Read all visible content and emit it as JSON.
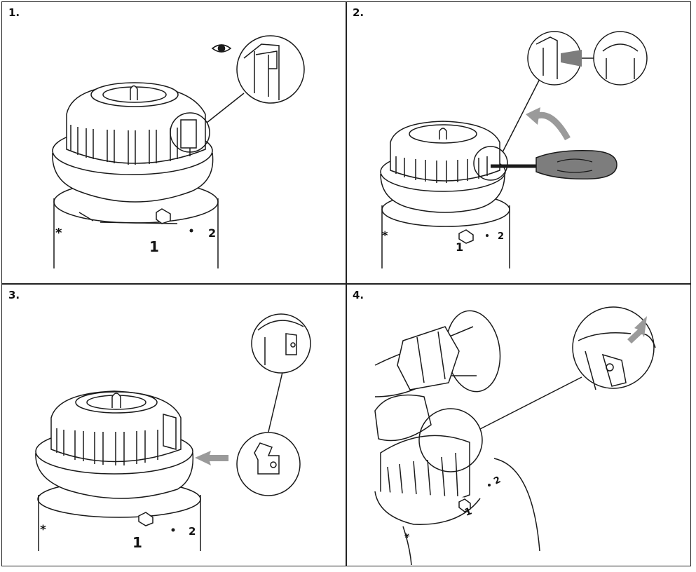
{
  "panels": [
    {
      "step": "1.",
      "digit_large": "1",
      "digit_small": "2",
      "star": "*"
    },
    {
      "step": "2.",
      "digit_large": "1",
      "digit_small": "2",
      "star": "*"
    },
    {
      "step": "3.",
      "digit_large": "1",
      "digit_small": "2",
      "star": "*"
    },
    {
      "step": "4.",
      "digit_large": "1",
      "digit_small": "2",
      "star": "*"
    }
  ],
  "colors": {
    "line": "#1a1a1a",
    "arrow": "#9a9a9a",
    "handle": "#7d7d7d"
  },
  "icons": [
    "eye-icon",
    "screwdriver-icon",
    "rotate-arrow-icon",
    "push-arrow-icon",
    "clip-part-icon"
  ]
}
